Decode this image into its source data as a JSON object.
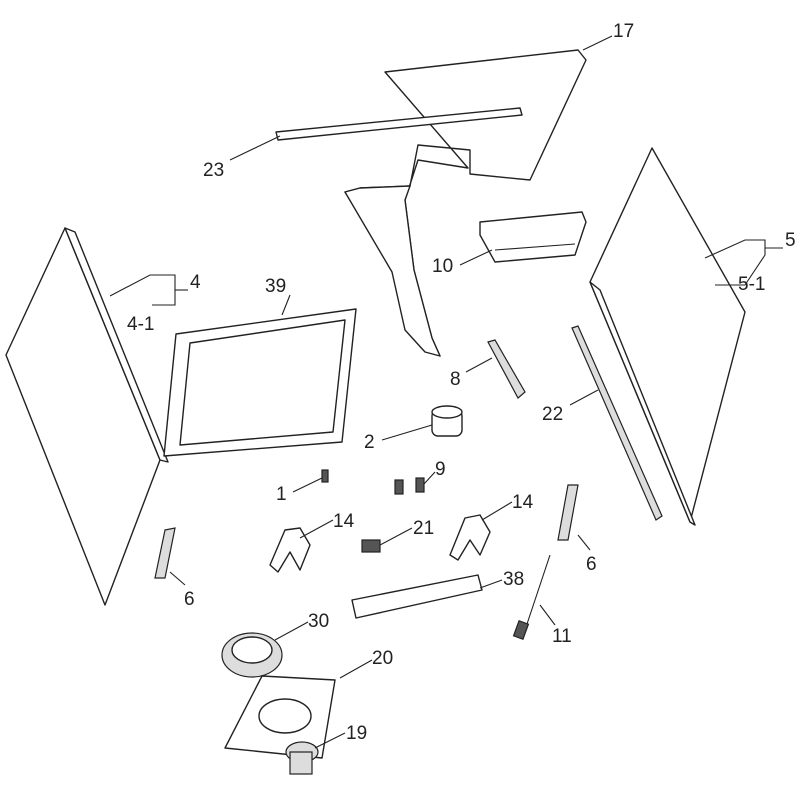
{
  "diagram": {
    "type": "exploded-parts-view",
    "callouts": {
      "p17": "17",
      "p23": "23",
      "p5": "5",
      "p5_1": "5-1",
      "p10": "10",
      "p4": "4",
      "p4_1": "4-1",
      "p39": "39",
      "p8": "8",
      "p22": "22",
      "p2": "2",
      "p9": "9",
      "p1": "1",
      "p14a": "14",
      "p21": "21",
      "p14b": "14",
      "p6a": "6",
      "p6b": "6",
      "p38": "38",
      "p30": "30",
      "p11": "11",
      "p20": "20",
      "p19": "19"
    }
  }
}
